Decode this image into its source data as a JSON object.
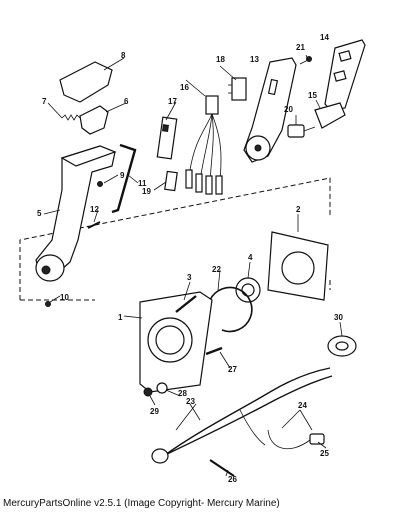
{
  "caption": "MercuryPartsOnline v2.5.1 (Image Copyright- Mercury Marine)",
  "callouts": [
    "1",
    "2",
    "3",
    "4",
    "5",
    "6",
    "7",
    "8",
    "9",
    "10",
    "11",
    "12",
    "13",
    "14",
    "15",
    "16",
    "17",
    "18",
    "19",
    "20",
    "21",
    "22",
    "23",
    "24",
    "25",
    "26",
    "27",
    "28",
    "29",
    "30"
  ]
}
